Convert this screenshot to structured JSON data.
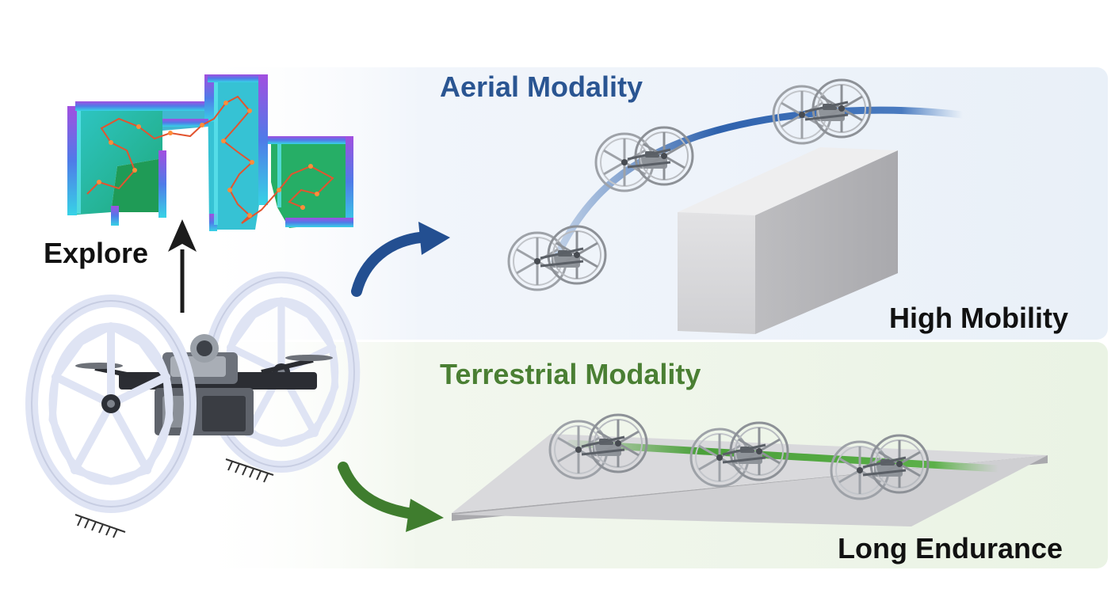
{
  "labels": {
    "aerial_title": "Aerial Modality",
    "terrestrial_title": "Terrestrial Modality",
    "aerial_property": "High Mobility",
    "terrestrial_property": "Long Endurance",
    "explore": "Explore"
  },
  "colors": {
    "aerial_accent": "#2a5592",
    "terrestrial_accent": "#4a7f33",
    "aerial_panel": "#eef3fa",
    "terrestrial_panel": "#eff5ea",
    "text_dark": "#111111"
  },
  "icons": {
    "robot": "bi-wheeled-drone-icon",
    "map": "3d-exploration-map-icon",
    "obstacle": "box-obstacle-icon",
    "ground": "ground-plane-icon"
  }
}
